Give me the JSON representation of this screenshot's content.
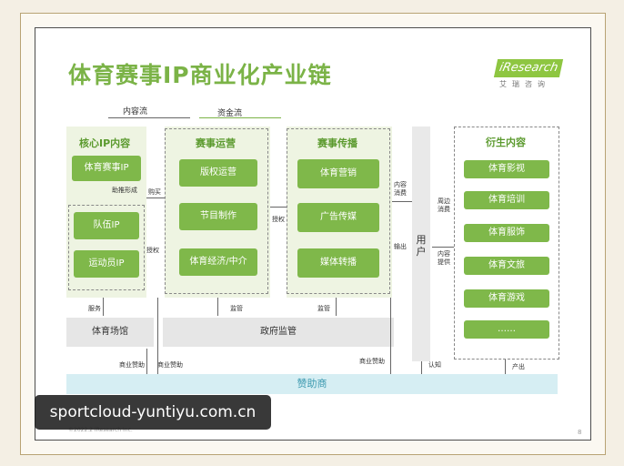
{
  "title": "体育赛事IP商业化产业链",
  "logo": {
    "name": "iResearch",
    "sub": "艾瑞咨询"
  },
  "flows": {
    "content": "内容流",
    "capital": "资金流"
  },
  "core_ip": {
    "title": "核心IP内容",
    "items": [
      "体育赛事IP",
      "队伍IP",
      "运动员IP"
    ],
    "note": "助推形成"
  },
  "operation": {
    "title": "赛事运营",
    "items": [
      "版权运营",
      "节目制作",
      "体育经济/中介"
    ]
  },
  "broadcast": {
    "title": "赛事传播",
    "items": [
      "体育营销",
      "广告传媒",
      "媒体转播"
    ]
  },
  "user": {
    "label": "用户"
  },
  "derivative": {
    "title": "衍生内容",
    "items": [
      "体育影视",
      "体育培训",
      "体育服饰",
      "体育文旅",
      "体育游戏",
      "……"
    ]
  },
  "labels": {
    "purchase": "购买",
    "authorize1": "授权",
    "authorize2": "授权",
    "content_consume": "内容消费",
    "output": "输出",
    "peripheral_consume": "周边消费",
    "content_provide": "内容提供",
    "service": "服务",
    "regulate1": "监管",
    "regulate2": "监管",
    "sponsor1": "商业赞助",
    "sponsor2": "商业赞助",
    "sponsor3": "商业赞助",
    "recognize": "认知",
    "produce": "产出"
  },
  "venue": "体育场馆",
  "government": "政府监管",
  "sponsor": "赞助商",
  "footer": "©2022.2 iResearch Inc.",
  "page_number": "8",
  "watermark": "sportcloud-yuntiyu.com.cn"
}
